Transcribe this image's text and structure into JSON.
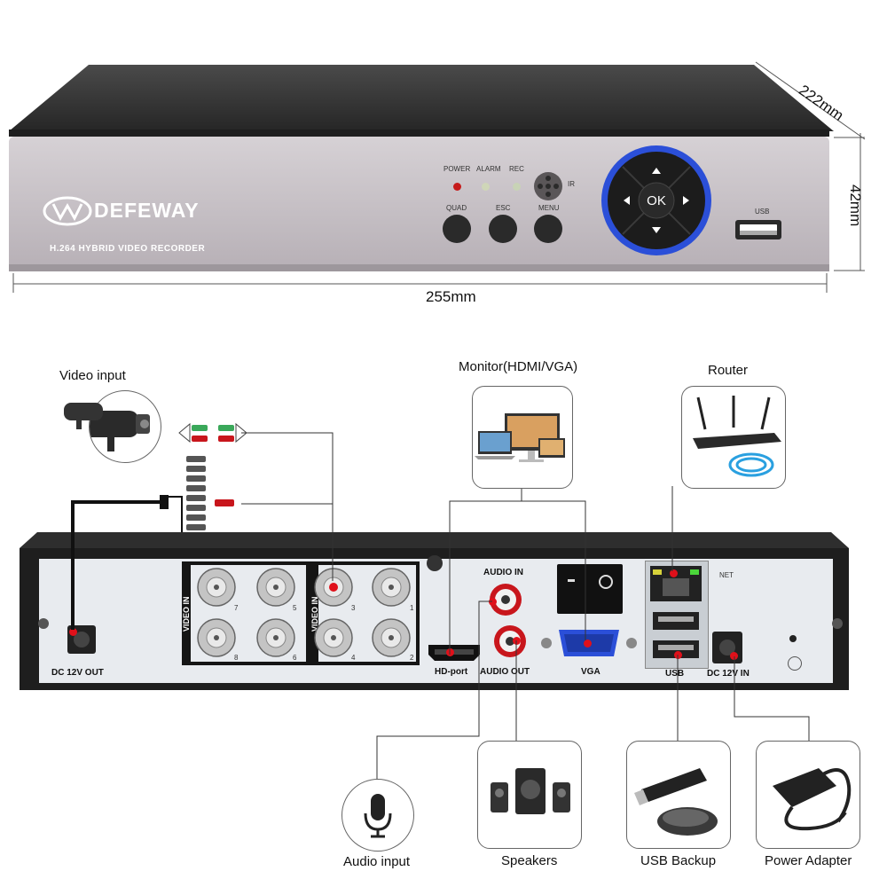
{
  "front_panel": {
    "brand": "DEFEWAY",
    "subtitle": "H.264 HYBRID VIDEO RECORDER",
    "indicators": [
      "POWER",
      "ALARM",
      "REC"
    ],
    "ir_label": "IR",
    "buttons": [
      "QUAD",
      "ESC",
      "MENU"
    ],
    "ok_label": "OK",
    "usb_label": "USB"
  },
  "dimensions": {
    "depth": "222mm",
    "height": "42mm",
    "width": "255mm"
  },
  "rear_panel": {
    "video_in_label": "VIDEO IN",
    "channel_numbers_left": [
      "7",
      "5",
      "8",
      "6"
    ],
    "channel_numbers_right": [
      "3",
      "1",
      "4",
      "2"
    ],
    "dc_out_label": "DC 12V OUT",
    "audio_in_label": "AUDIO IN",
    "audio_out_label": "AUDIO OUT",
    "hd_port_label": "HD-port",
    "vga_label": "VGA",
    "net_label": "NET",
    "usb_label": "USB",
    "dc_in_label": "DC 12V IN"
  },
  "peripherals": {
    "video_input": "Video input",
    "monitor": "Monitor(HDMI/VGA)",
    "router": "Router",
    "audio_input": "Audio input",
    "speakers": "Speakers",
    "usb_backup": "USB Backup",
    "power_adapter": "Power Adapter"
  },
  "colors": {
    "accent_blue": "#2b4fd8",
    "marker_red": "#e0101a",
    "panel_silver": "#c9c3c8"
  }
}
